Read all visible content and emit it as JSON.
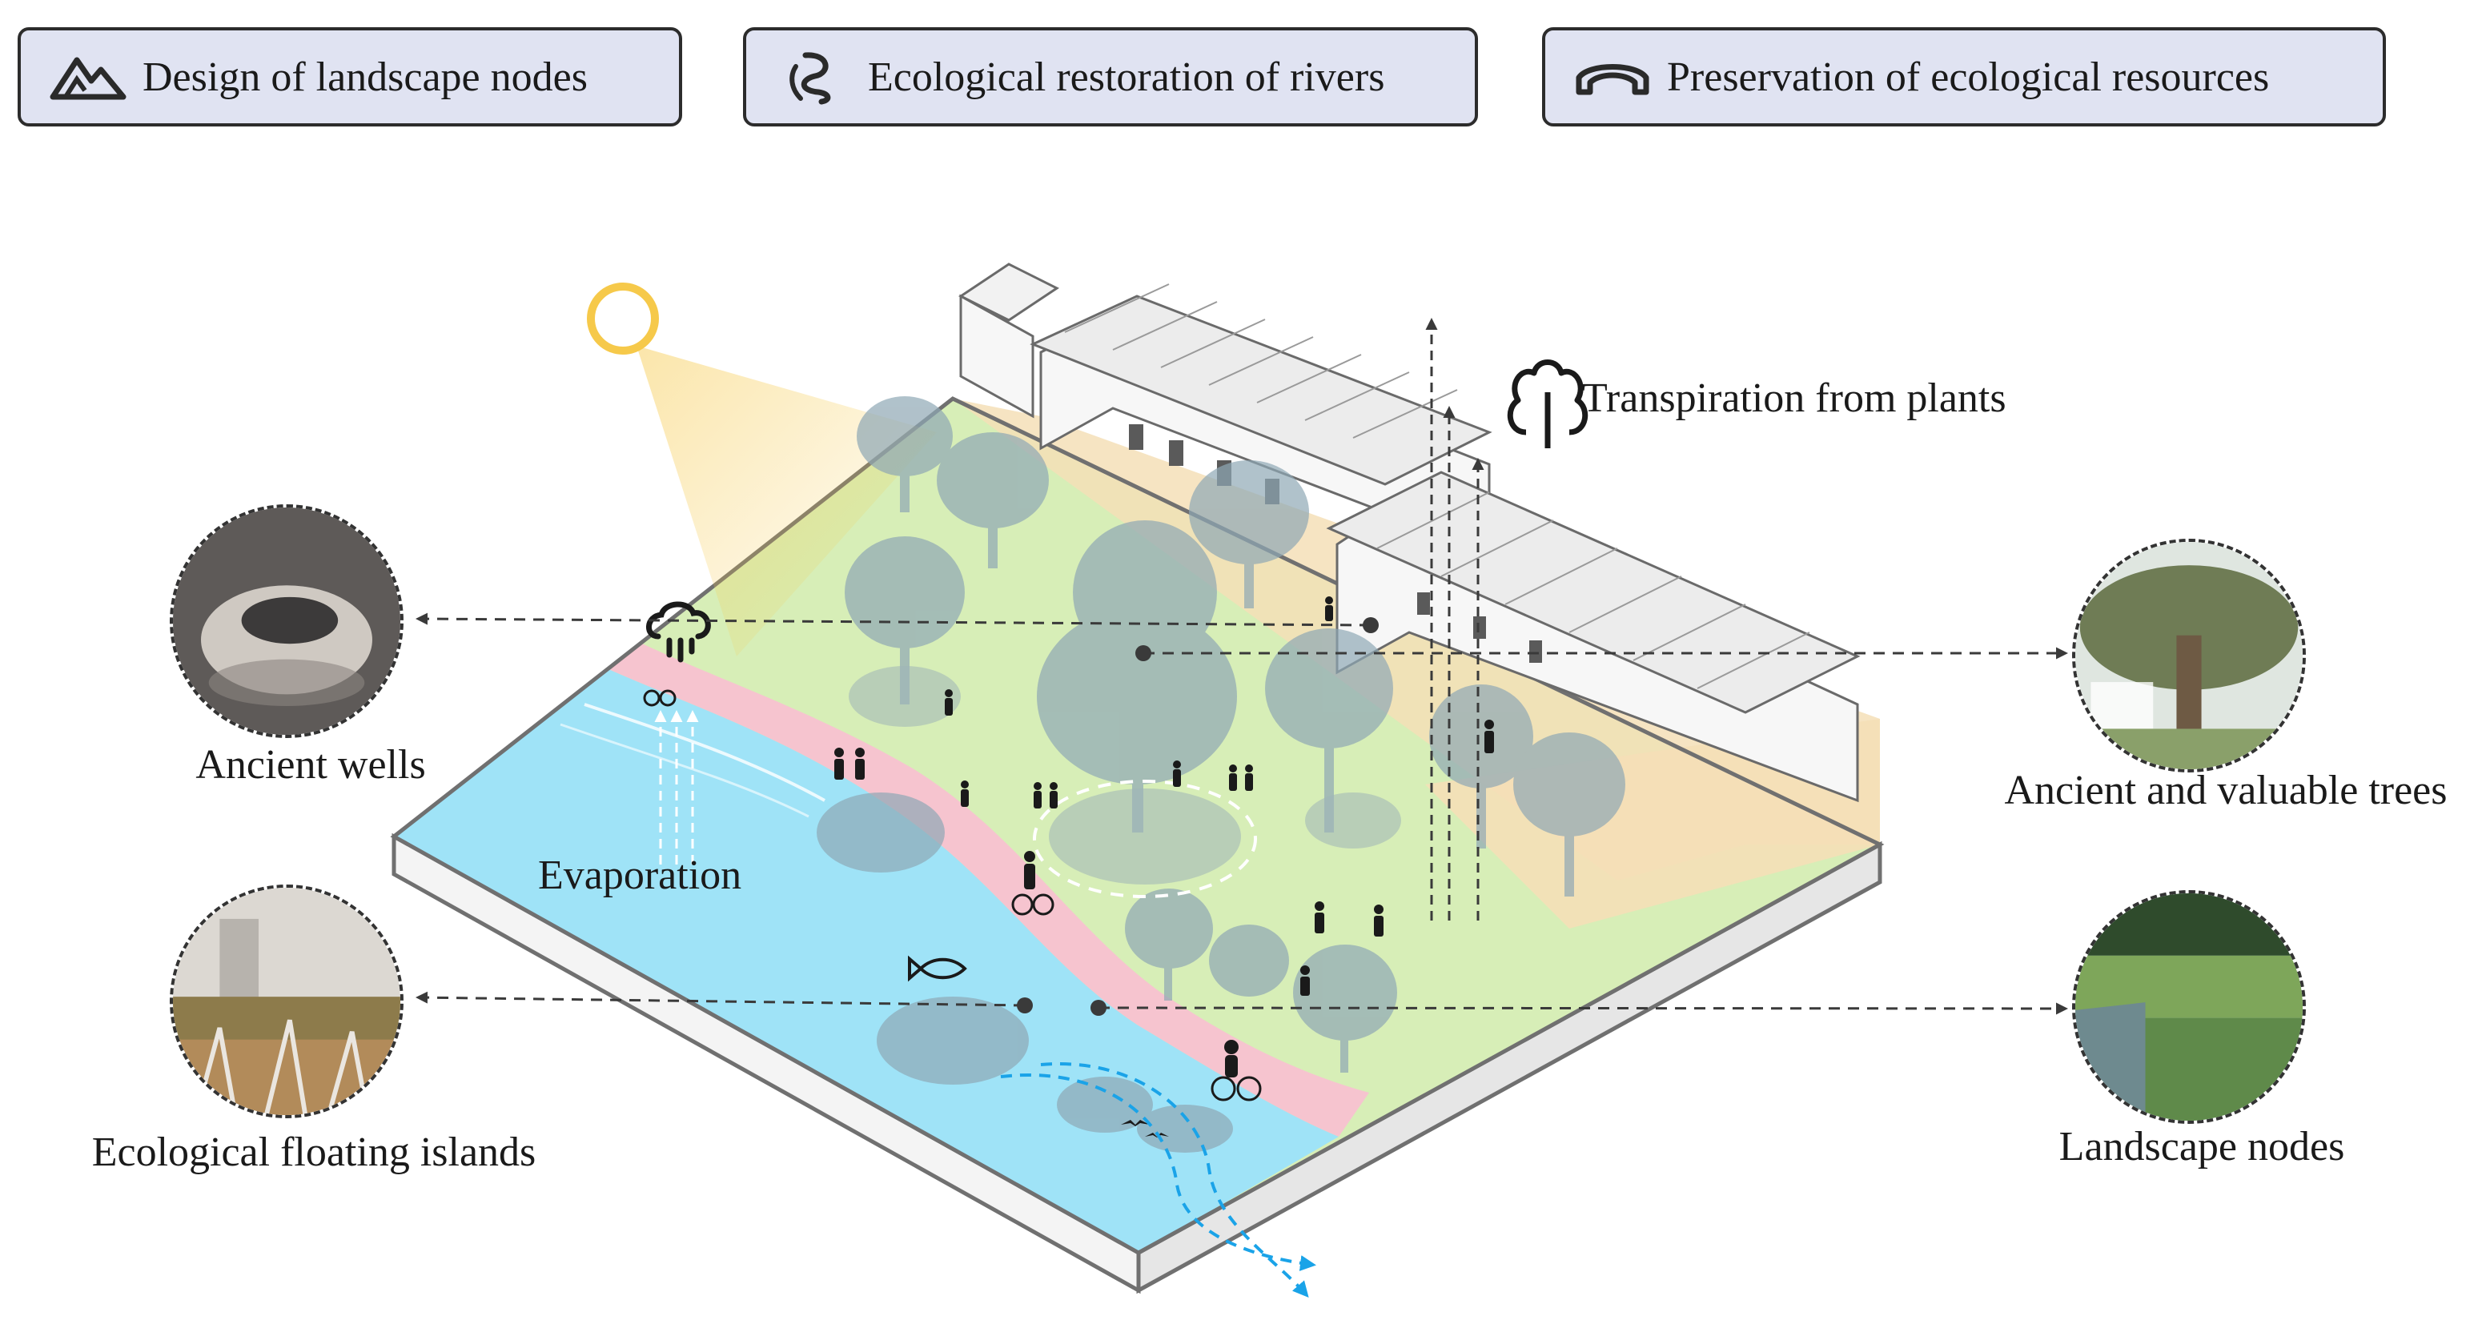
{
  "tabs": [
    {
      "label": "Design of landscape nodes",
      "icon": "mountain-icon"
    },
    {
      "label": "Ecological restoration of rivers",
      "icon": "river-icon"
    },
    {
      "label": "Preservation of  ecological resources",
      "icon": "bridge-icon"
    }
  ],
  "labels": {
    "transpiration": "Transpiration from plants",
    "evaporation": "Evaporation",
    "ancient_wells": "Ancient wells",
    "ancient_trees": "Ancient and valuable trees",
    "floating_islands": "Ecological floating islands",
    "landscape_nodes": "Landscape nodes"
  },
  "icons": {
    "sun": "sun-icon",
    "rain": "rain-cloud-icon",
    "tree": "tree-outline-icon",
    "fish": "fish-icon"
  },
  "colors": {
    "water": "#9fe3f7",
    "path": "#f6c4cf",
    "lawn": "#d7eeb7",
    "sun": "#f6c94a",
    "tab_bg": "#e0e3f2",
    "flow_arrow": "#1aa3e8"
  }
}
